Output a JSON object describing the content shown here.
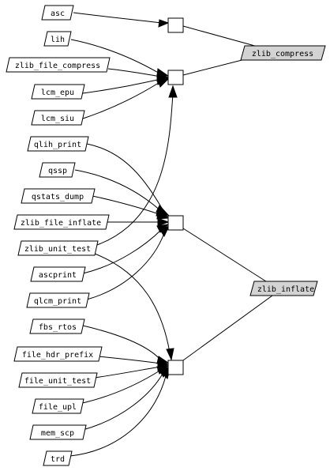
{
  "colors": {
    "background": "#ffffff",
    "line": "#000000",
    "highlight_fill": "#d3d3d3"
  },
  "nodes": {
    "asc": "asc",
    "lih": "lih",
    "zlib_file_compress": "zlib_file_compress",
    "lcm_epu": "lcm_epu",
    "lcm_siu": "lcm_siu",
    "qlih_print": "qlih_print",
    "qssp": "qssp",
    "qstats_dump": "qstats_dump",
    "zlib_file_inflate": "zlib_file_inflate",
    "zlib_unit_test": "zlib_unit_test",
    "ascprint": "ascprint",
    "qlcm_print": "qlcm_print",
    "fbs_rtos": "fbs_rtos",
    "file_hdr_prefix": "file_hdr_prefix",
    "file_unit_test": "file_unit_test",
    "file_upl": "file_upl",
    "mem_scp": "mem_scp",
    "trd": "trd",
    "zlib_compress": "zlib_compress",
    "zlib_inflate": "zlib_inflate"
  },
  "edges": [
    {
      "from": "asc",
      "to": "junction_1"
    },
    {
      "from": "lih",
      "to": "junction_2"
    },
    {
      "from": "zlib_file_compress",
      "to": "junction_2"
    },
    {
      "from": "lcm_epu",
      "to": "junction_2"
    },
    {
      "from": "lcm_siu",
      "to": "junction_2"
    },
    {
      "from": "zlib_unit_test",
      "to": "junction_2"
    },
    {
      "from": "qlih_print",
      "to": "junction_3"
    },
    {
      "from": "qssp",
      "to": "junction_3"
    },
    {
      "from": "qstats_dump",
      "to": "junction_3"
    },
    {
      "from": "zlib_file_inflate",
      "to": "junction_3"
    },
    {
      "from": "ascprint",
      "to": "junction_3"
    },
    {
      "from": "qlcm_print",
      "to": "junction_3"
    },
    {
      "from": "zlib_unit_test",
      "to": "junction_4"
    },
    {
      "from": "fbs_rtos",
      "to": "junction_4"
    },
    {
      "from": "file_hdr_prefix",
      "to": "junction_4"
    },
    {
      "from": "file_unit_test",
      "to": "junction_4"
    },
    {
      "from": "file_upl",
      "to": "junction_4"
    },
    {
      "from": "mem_scp",
      "to": "junction_4"
    },
    {
      "from": "trd",
      "to": "junction_4"
    },
    {
      "from": "junction_1",
      "to": "zlib_compress"
    },
    {
      "from": "junction_2",
      "to": "zlib_compress"
    },
    {
      "from": "junction_3",
      "to": "zlib_inflate"
    },
    {
      "from": "junction_4",
      "to": "zlib_inflate"
    }
  ]
}
